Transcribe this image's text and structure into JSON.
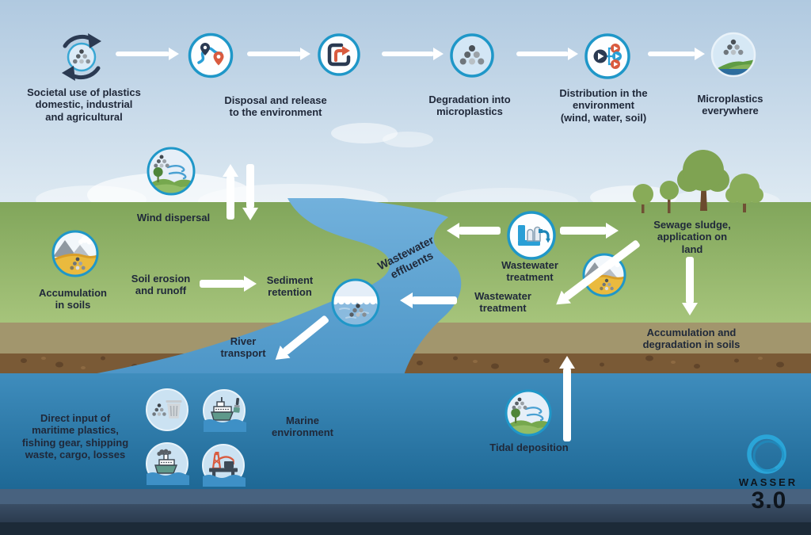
{
  "header_flow": {
    "icons": [
      "plastics-use-cycle",
      "disposal-route-pins",
      "release-export",
      "microplastic-particles",
      "distribution-network",
      "microplastics-landscape"
    ],
    "labels": [
      "Societal use of plastics\ndomestic, industrial\nand agricultural",
      "Disposal and release\nto the environment",
      "Degradation into\nmicroplastics",
      "Distribution in the\nenvironment\n(wind, water, soil)",
      "Microplastics\neverywhere"
    ]
  },
  "scene": {
    "labels": {
      "wind_dispersal": "Wind dispersal",
      "accumulation_in_soils": "Accumulation\nin soils",
      "soil_erosion": "Soil erosion\nand runoff",
      "sediment_retention": "Sediment\nretention",
      "wastewater_effluents": "Wastewater\neffluents",
      "river_transport": "River\ntransport",
      "wastewater_treatment_upper": "Wastewater\ntreatment",
      "wastewater_treatment_lower": "Wastewater\ntreatment",
      "sewage_sludge": "Sewage sludge,\napplication on\nland",
      "accumulation_degradation": "Accumulation and\ndegradation in soils",
      "direct_input": "Direct input of\nmaritime plastics,\nfishing gear, shipping\nwaste, cargo, losses",
      "marine_environment": "Marine\nenvironment",
      "tidal_deposition": "Tidal deposition"
    },
    "icons": [
      "wind-dispersal",
      "soil-accumulation",
      "river-microplastics",
      "wastewater-treatment-plant",
      "soil-particles",
      "tidal-deposition",
      "waste-bin",
      "ship-paintbrush",
      "steamship",
      "oil-platform"
    ]
  },
  "logo": {
    "name": "WASSER",
    "version": "3.0"
  },
  "palette": {
    "accent_blue": "#1f97c8",
    "navy": "#2b3a52",
    "orange": "#d95b3f",
    "river": "#5fa6d4",
    "grass": "#8fb269",
    "soil_khaki": "#a2966d",
    "soil_brown": "#7a5a36",
    "ocean": "#2f7fae",
    "text": "#20293a",
    "arrow": "#ffffff"
  }
}
